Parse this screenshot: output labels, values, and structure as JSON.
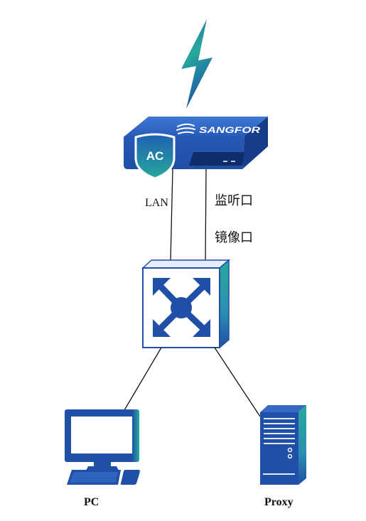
{
  "colors": {
    "device_blue": "#1f4fa6",
    "device_blue_dark": "#173d8a",
    "device_blue_light": "#3569c4",
    "accent_teal": "#27a99c",
    "link_line": "#111111"
  },
  "nodes": {
    "wireless": {
      "icon": "lightning-icon"
    },
    "ac_gateway": {
      "icon": "ac-device-icon",
      "badge": "AC",
      "brand": "SANGFOR"
    },
    "switch": {
      "icon": "switch-icon"
    },
    "pc": {
      "icon": "pc-icon",
      "label": "PC"
    },
    "proxy": {
      "icon": "server-icon",
      "label": "Proxy"
    }
  },
  "links": {
    "ac_to_switch_lan": {
      "label": "LAN"
    },
    "ac_to_switch_monitor": {
      "labels": [
        "监听口",
        "镜像口"
      ]
    },
    "switch_to_pc": {},
    "switch_to_proxy": {}
  }
}
